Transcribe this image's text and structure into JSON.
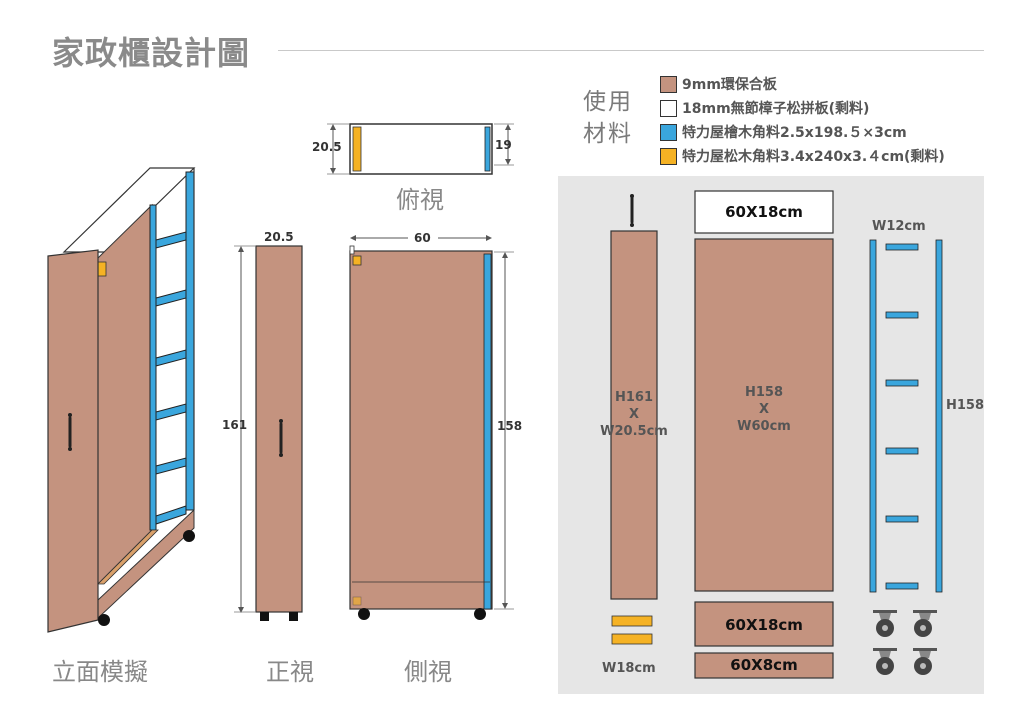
{
  "title": "家政櫃設計圖",
  "legend": {
    "heading": "使用材料",
    "items": [
      {
        "color": "#c4937f",
        "label": "9mm環保合板"
      },
      {
        "color": "#ffffff",
        "label": "18mm無節樟子松拼板(剩料)"
      },
      {
        "color": "#3aa6dd",
        "label": "特力屋檜木角料2.5x198.５×3cm"
      },
      {
        "color": "#f5b224",
        "label": "特力屋松木角料3.4x240x3.４cm(剩料)"
      }
    ]
  },
  "views": {
    "perspective": {
      "caption": "立面模擬"
    },
    "front": {
      "caption": "正視",
      "width_label": "20.5",
      "height_label": "161"
    },
    "side": {
      "caption": "側視",
      "width_label": "60",
      "height_label": "158"
    },
    "top": {
      "caption": "俯視",
      "left_label": "20.5",
      "right_label": "19"
    }
  },
  "parts": {
    "side_board": [
      "H161",
      "X",
      "W20.5cm"
    ],
    "back_board": [
      "H158",
      "X",
      "W60cm"
    ],
    "top_board": "60X18cm",
    "bottom_board": "60X18cm",
    "base_board": "60X8cm",
    "ladder_width": "W12cm",
    "ladder_height": "H158",
    "block_width": "W18cm"
  }
}
